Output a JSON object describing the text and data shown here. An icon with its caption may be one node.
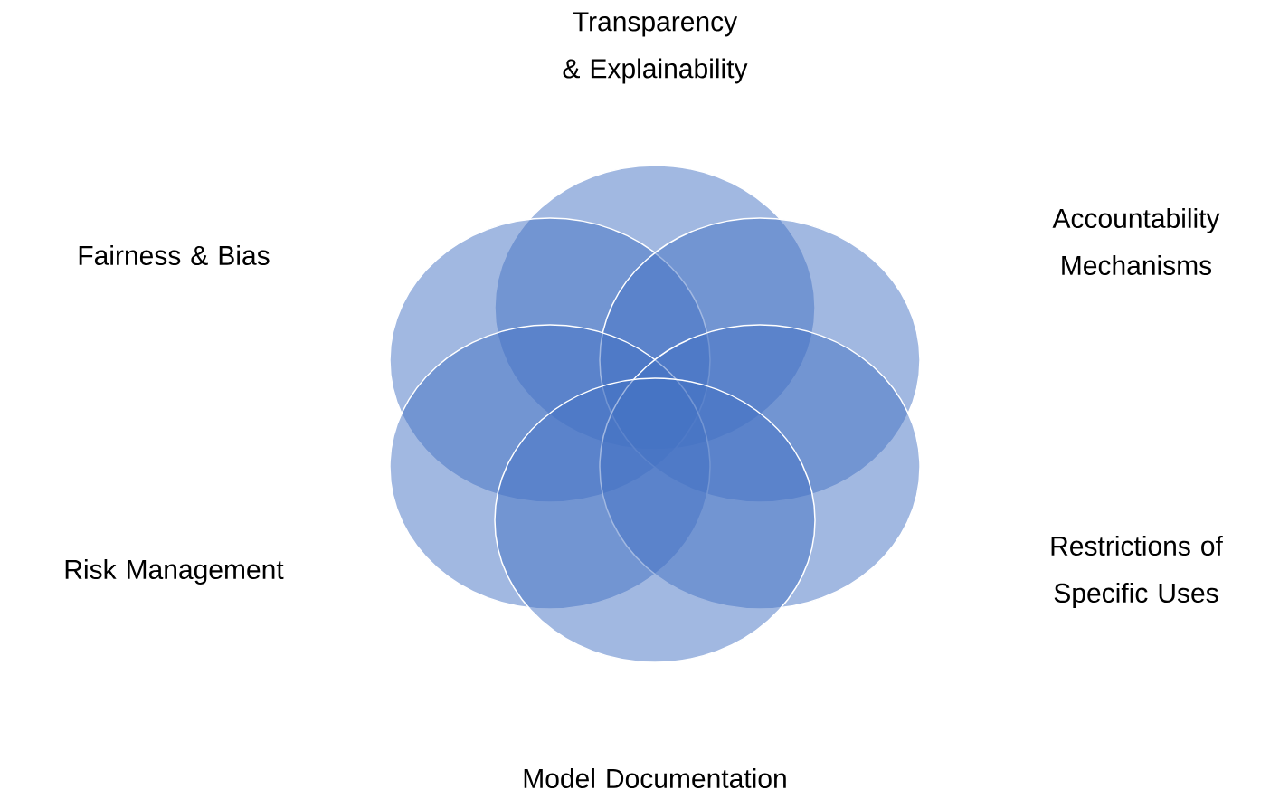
{
  "diagram": {
    "nodes": [
      {
        "text": [
          "Transparency & Explainability"
        ]
      },
      {
        "text": [
          "Fairness & Bias"
        ]
      },
      {
        "text": [
          "Accountability Mechanisms"
        ]
      },
      {
        "text": [
          "Risk Management"
        ]
      },
      {
        "text": [
          "Restrictions of Specific Uses"
        ]
      },
      {
        "text": [
          "Model Documentation"
        ]
      }
    ]
  }
}
